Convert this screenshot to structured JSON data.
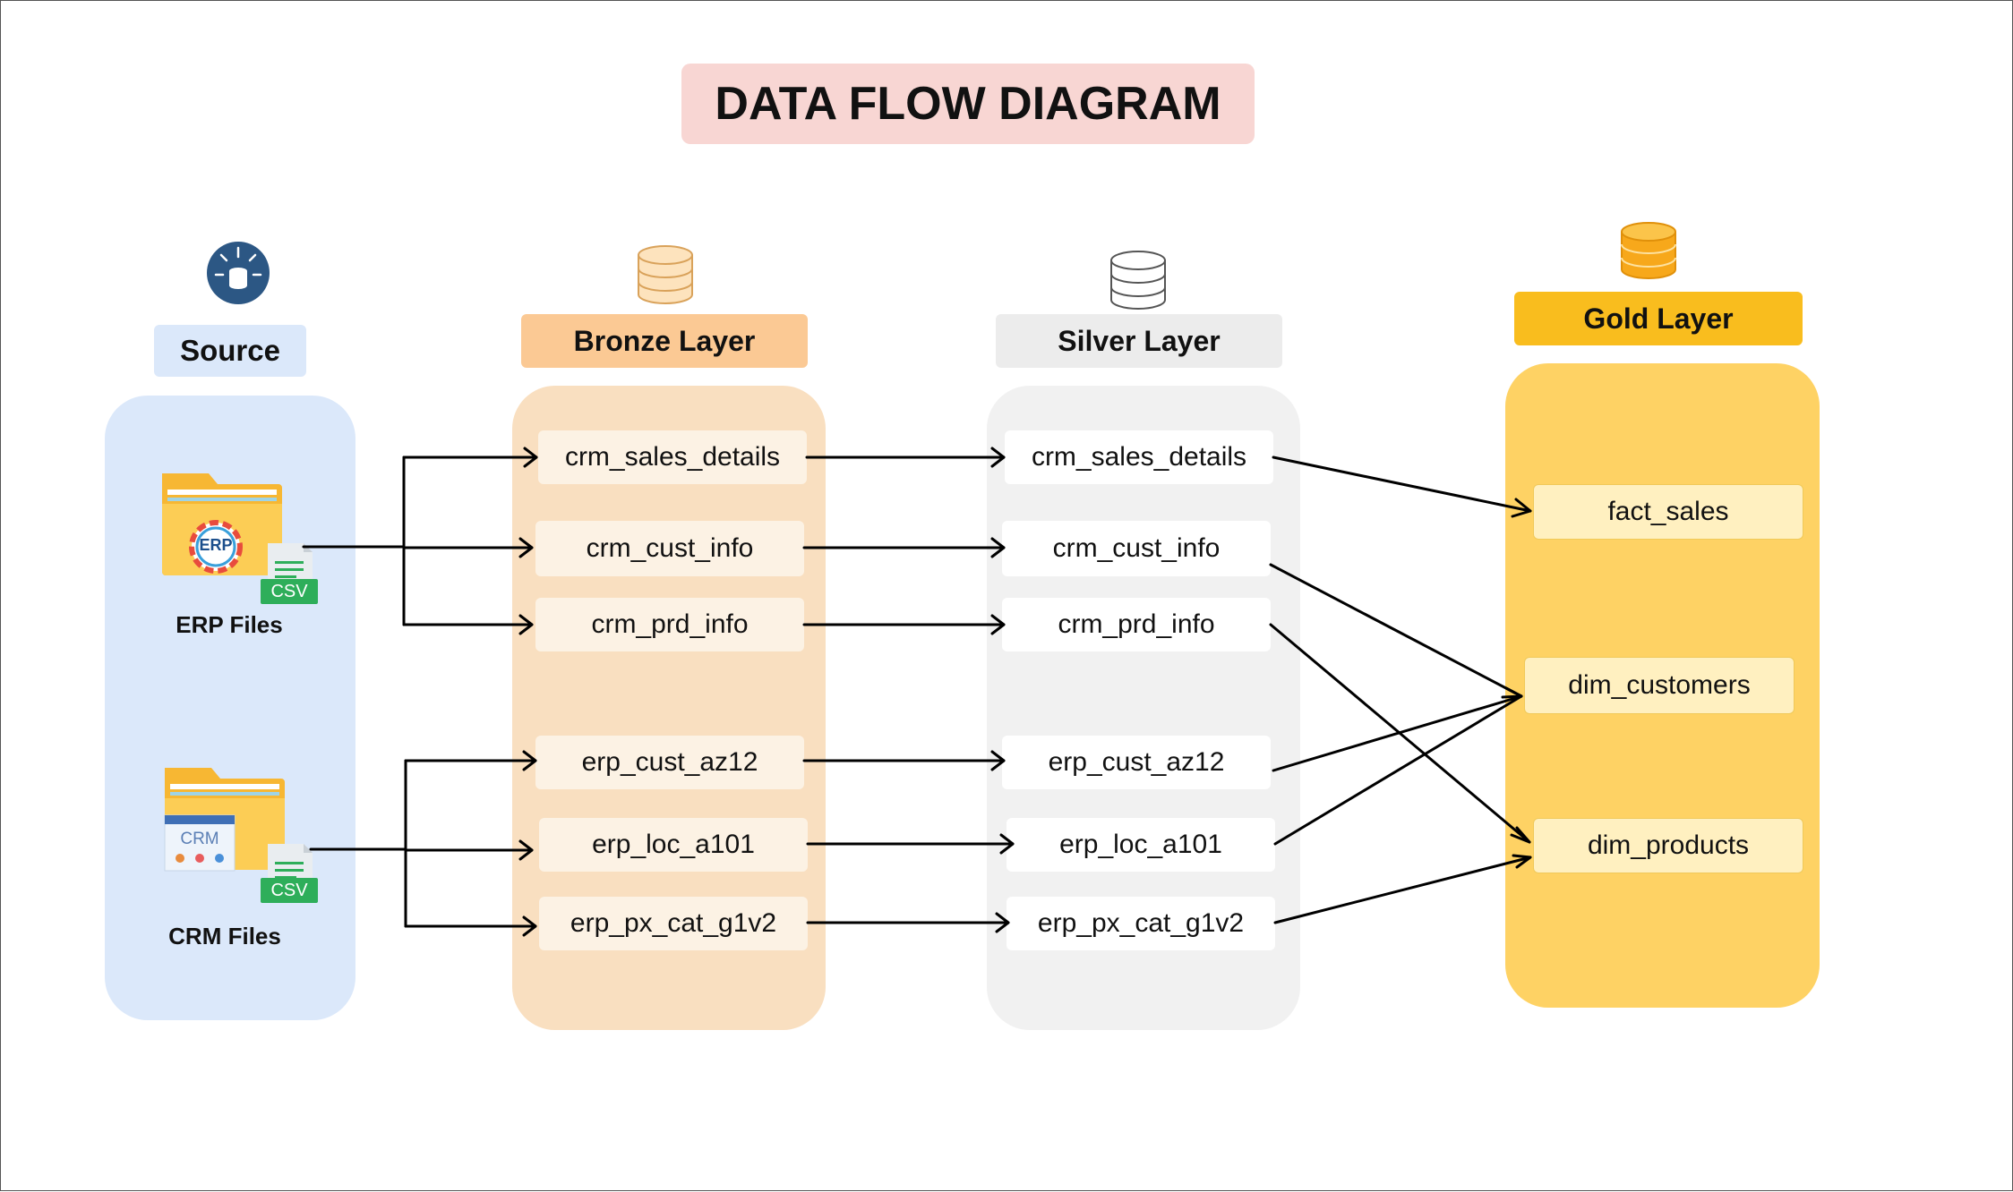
{
  "title": "DATA FLOW DIAGRAM",
  "colors": {
    "source_bg": "#dbe8fa",
    "source_header": "#dbe8fa",
    "bronze_bg": "#f9dfc0",
    "bronze_header": "#fbc994",
    "silver_bg": "#f1f1f1",
    "silver_header": "#ececec",
    "gold_bg": "#fed264",
    "gold_header": "#f9bd1e",
    "bronze_node": "#fcf2e4",
    "silver_node": "#ffffff",
    "gold_node": "#fff0c0",
    "title_bg": "#f8d6d3"
  },
  "source": {
    "header": "Source",
    "icon": "database-import-icon",
    "files": [
      {
        "label": "ERP Files",
        "badge": "ERP",
        "file_type": "CSV"
      },
      {
        "label": "CRM Files",
        "badge": "CRM",
        "file_type": "CSV"
      }
    ]
  },
  "bronze": {
    "header": "Bronze Layer",
    "icon": "database-icon",
    "tables": [
      "crm_sales_details",
      "crm_cust_info",
      "crm_prd_info",
      "erp_cust_az12",
      "erp_loc_a101",
      "erp_px_cat_g1v2"
    ]
  },
  "silver": {
    "header": "Silver Layer",
    "icon": "database-icon",
    "tables": [
      "crm_sales_details",
      "crm_cust_info",
      "crm_prd_info",
      "erp_cust_az12",
      "erp_loc_a101",
      "erp_px_cat_g1v2"
    ]
  },
  "gold": {
    "header": "Gold Layer",
    "icon": "database-icon",
    "tables": [
      "fact_sales",
      "dim_customers",
      "dim_products"
    ]
  },
  "flows": [
    {
      "from": "ERP Files",
      "to": "bronze.crm_sales_details"
    },
    {
      "from": "ERP Files",
      "to": "bronze.crm_cust_info"
    },
    {
      "from": "ERP Files",
      "to": "bronze.crm_prd_info"
    },
    {
      "from": "CRM Files",
      "to": "bronze.erp_cust_az12"
    },
    {
      "from": "CRM Files",
      "to": "bronze.erp_loc_a101"
    },
    {
      "from": "CRM Files",
      "to": "bronze.erp_px_cat_g1v2"
    },
    {
      "from": "bronze.crm_sales_details",
      "to": "silver.crm_sales_details"
    },
    {
      "from": "bronze.crm_cust_info",
      "to": "silver.crm_cust_info"
    },
    {
      "from": "bronze.crm_prd_info",
      "to": "silver.crm_prd_info"
    },
    {
      "from": "bronze.erp_cust_az12",
      "to": "silver.erp_cust_az12"
    },
    {
      "from": "bronze.erp_loc_a101",
      "to": "silver.erp_loc_a101"
    },
    {
      "from": "bronze.erp_px_cat_g1v2",
      "to": "silver.erp_px_cat_g1v2"
    },
    {
      "from": "silver.crm_sales_details",
      "to": "gold.fact_sales"
    },
    {
      "from": "silver.crm_cust_info",
      "to": "gold.dim_customers"
    },
    {
      "from": "silver.crm_prd_info",
      "to": "gold.dim_products"
    },
    {
      "from": "silver.erp_cust_az12",
      "to": "gold.dim_customers"
    },
    {
      "from": "silver.erp_loc_a101",
      "to": "gold.dim_customers"
    },
    {
      "from": "silver.erp_px_cat_g1v2",
      "to": "gold.dim_products"
    }
  ]
}
